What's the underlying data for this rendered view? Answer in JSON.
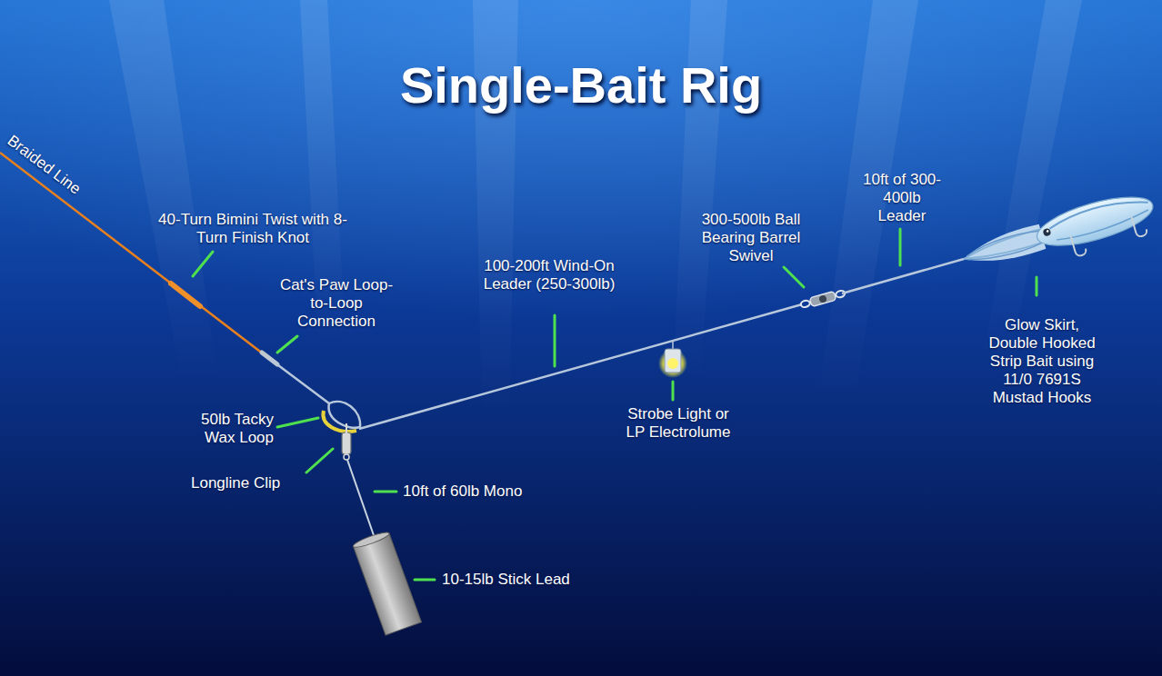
{
  "diagram": {
    "title": "Single-Bait Rig",
    "labels": [
      "Braided Line",
      "40-Turn Bimini Twist with 8-Turn Finish Knot",
      "Cat's Paw Loop-to-Loop Connection",
      "100-200ft Wind-On Leader (250-300lb)",
      "300-500lb Ball Bearing Barrel Swivel",
      "10ft of 300-400lb Leader",
      "Glow Skirt, Double Hooked Strip Bait using 11/0 7691S Mustad Hooks",
      "50lb Tacky Wax Loop",
      "Strobe Light or LP Electrolume",
      "Longline Clip",
      "10ft of 60lb Mono",
      "10-15lb Stick Lead"
    ]
  }
}
